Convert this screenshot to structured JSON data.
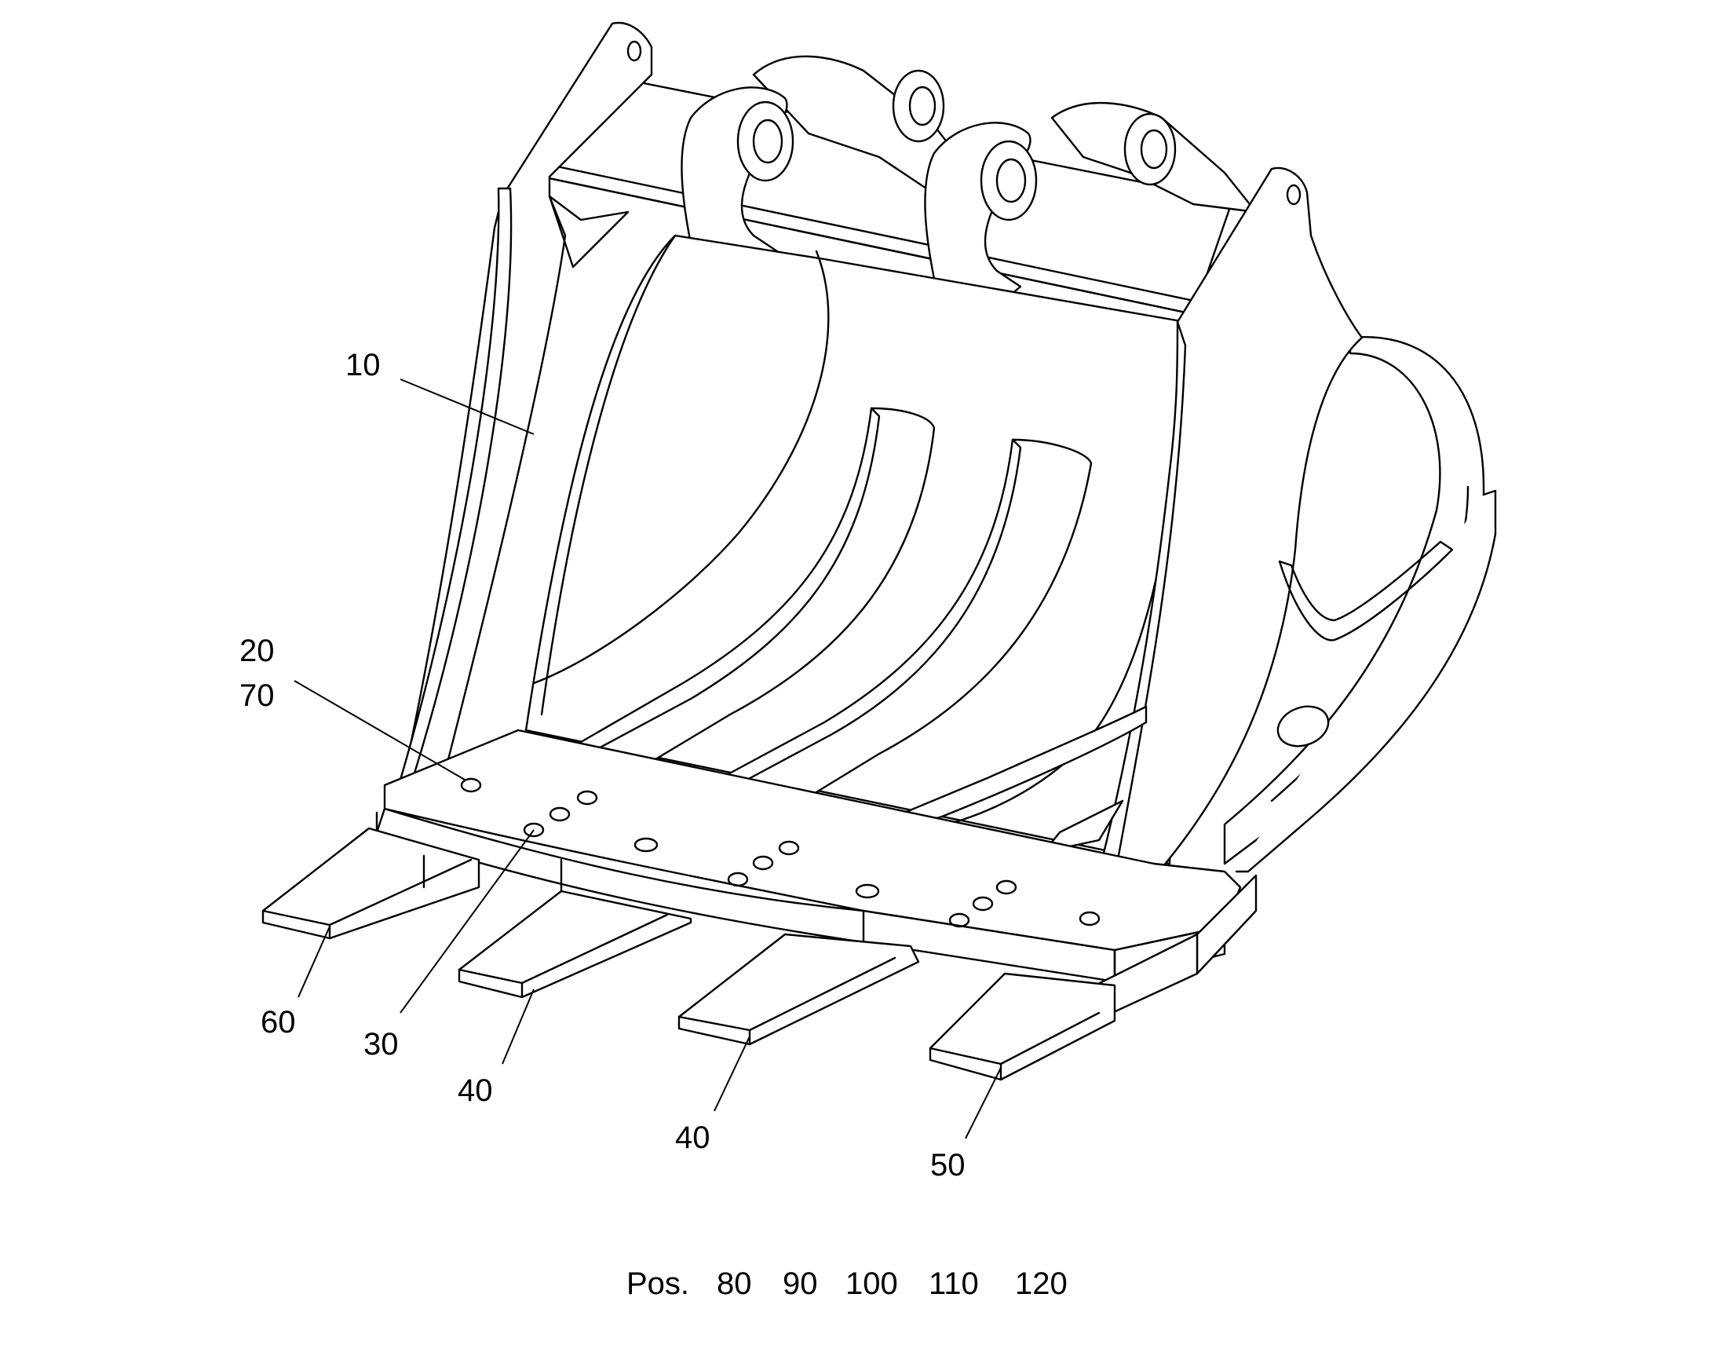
{
  "figure": {
    "labels": {
      "part_10": "10",
      "part_20": "20",
      "part_70": "70",
      "part_60": "60",
      "part_30": "30",
      "part_40_left": "40",
      "part_40_right": "40",
      "part_50": "50"
    },
    "footer": {
      "prefix": "Pos.",
      "positions": [
        "80",
        "90",
        "100",
        "110",
        "120"
      ]
    }
  }
}
